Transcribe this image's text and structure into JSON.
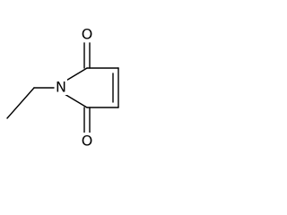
{
  "molecule": {
    "atoms": {
      "nitrogen": "N",
      "oxygen_top": "O",
      "oxygen_bottom": "O"
    }
  },
  "colors": {
    "background": "#ffffff",
    "ink": "#000000"
  }
}
